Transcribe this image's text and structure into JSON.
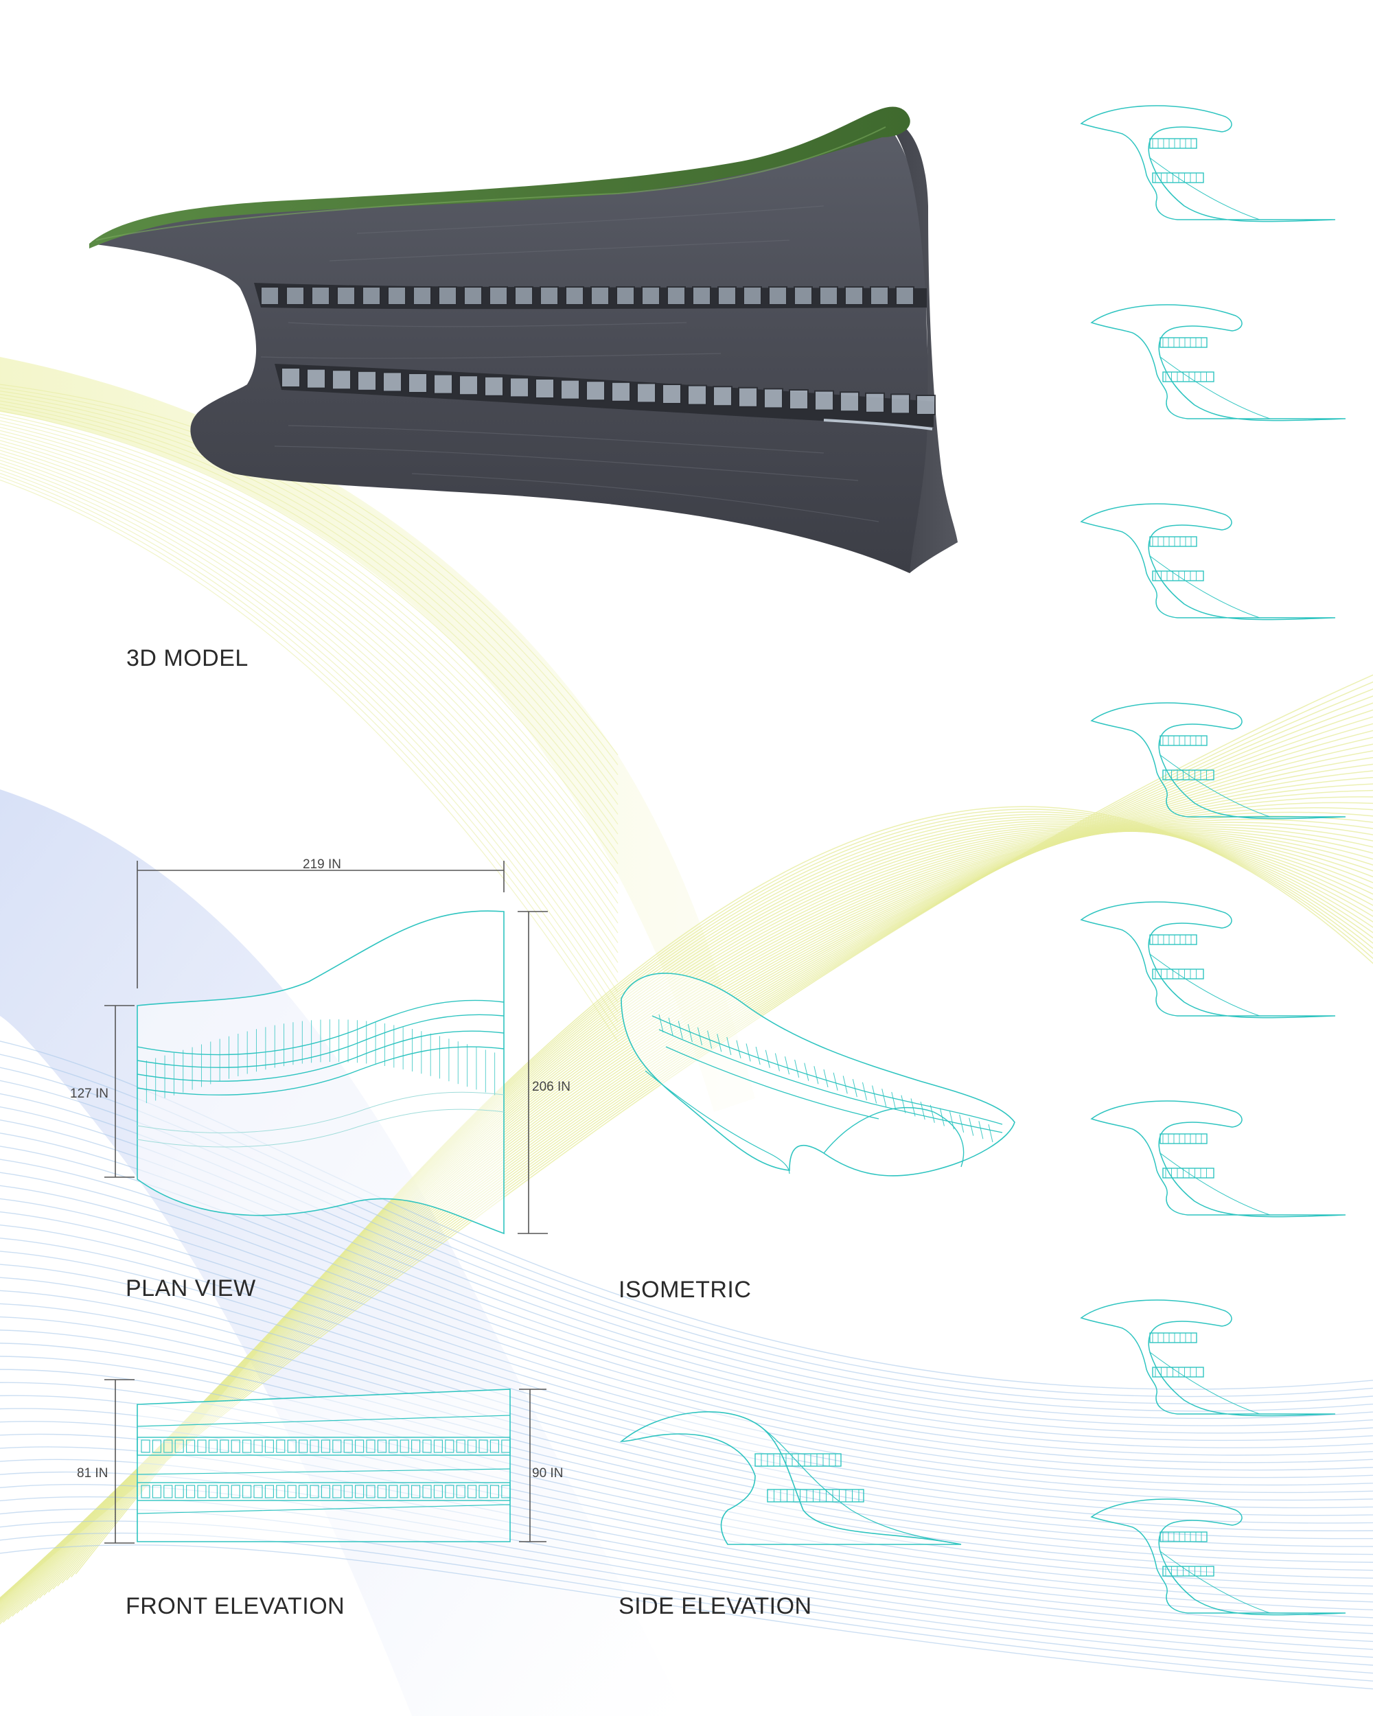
{
  "labels": {
    "model_3d": "3D MODEL",
    "plan_view": "PLAN VIEW",
    "isometric": "ISOMETRIC",
    "front_elevation": "FRONT ELEVATION",
    "side_elevation": "SIDE ELEVATION"
  },
  "dimensions": {
    "plan_width": "219 IN",
    "plan_height_left": "127 IN",
    "plan_height_right": "206 IN",
    "front_height_left": "81 IN",
    "front_height_right": "90 IN"
  },
  "colors": {
    "line_cyan": "#2ec4c0",
    "grass_green": "#4e7a3a",
    "concrete_gray": "#4d4f58",
    "wave_yellow": "#e6eb9a",
    "wave_blue": "#a9c8ea",
    "dimension_line": "#555555"
  },
  "section_slices": {
    "count": 8
  }
}
